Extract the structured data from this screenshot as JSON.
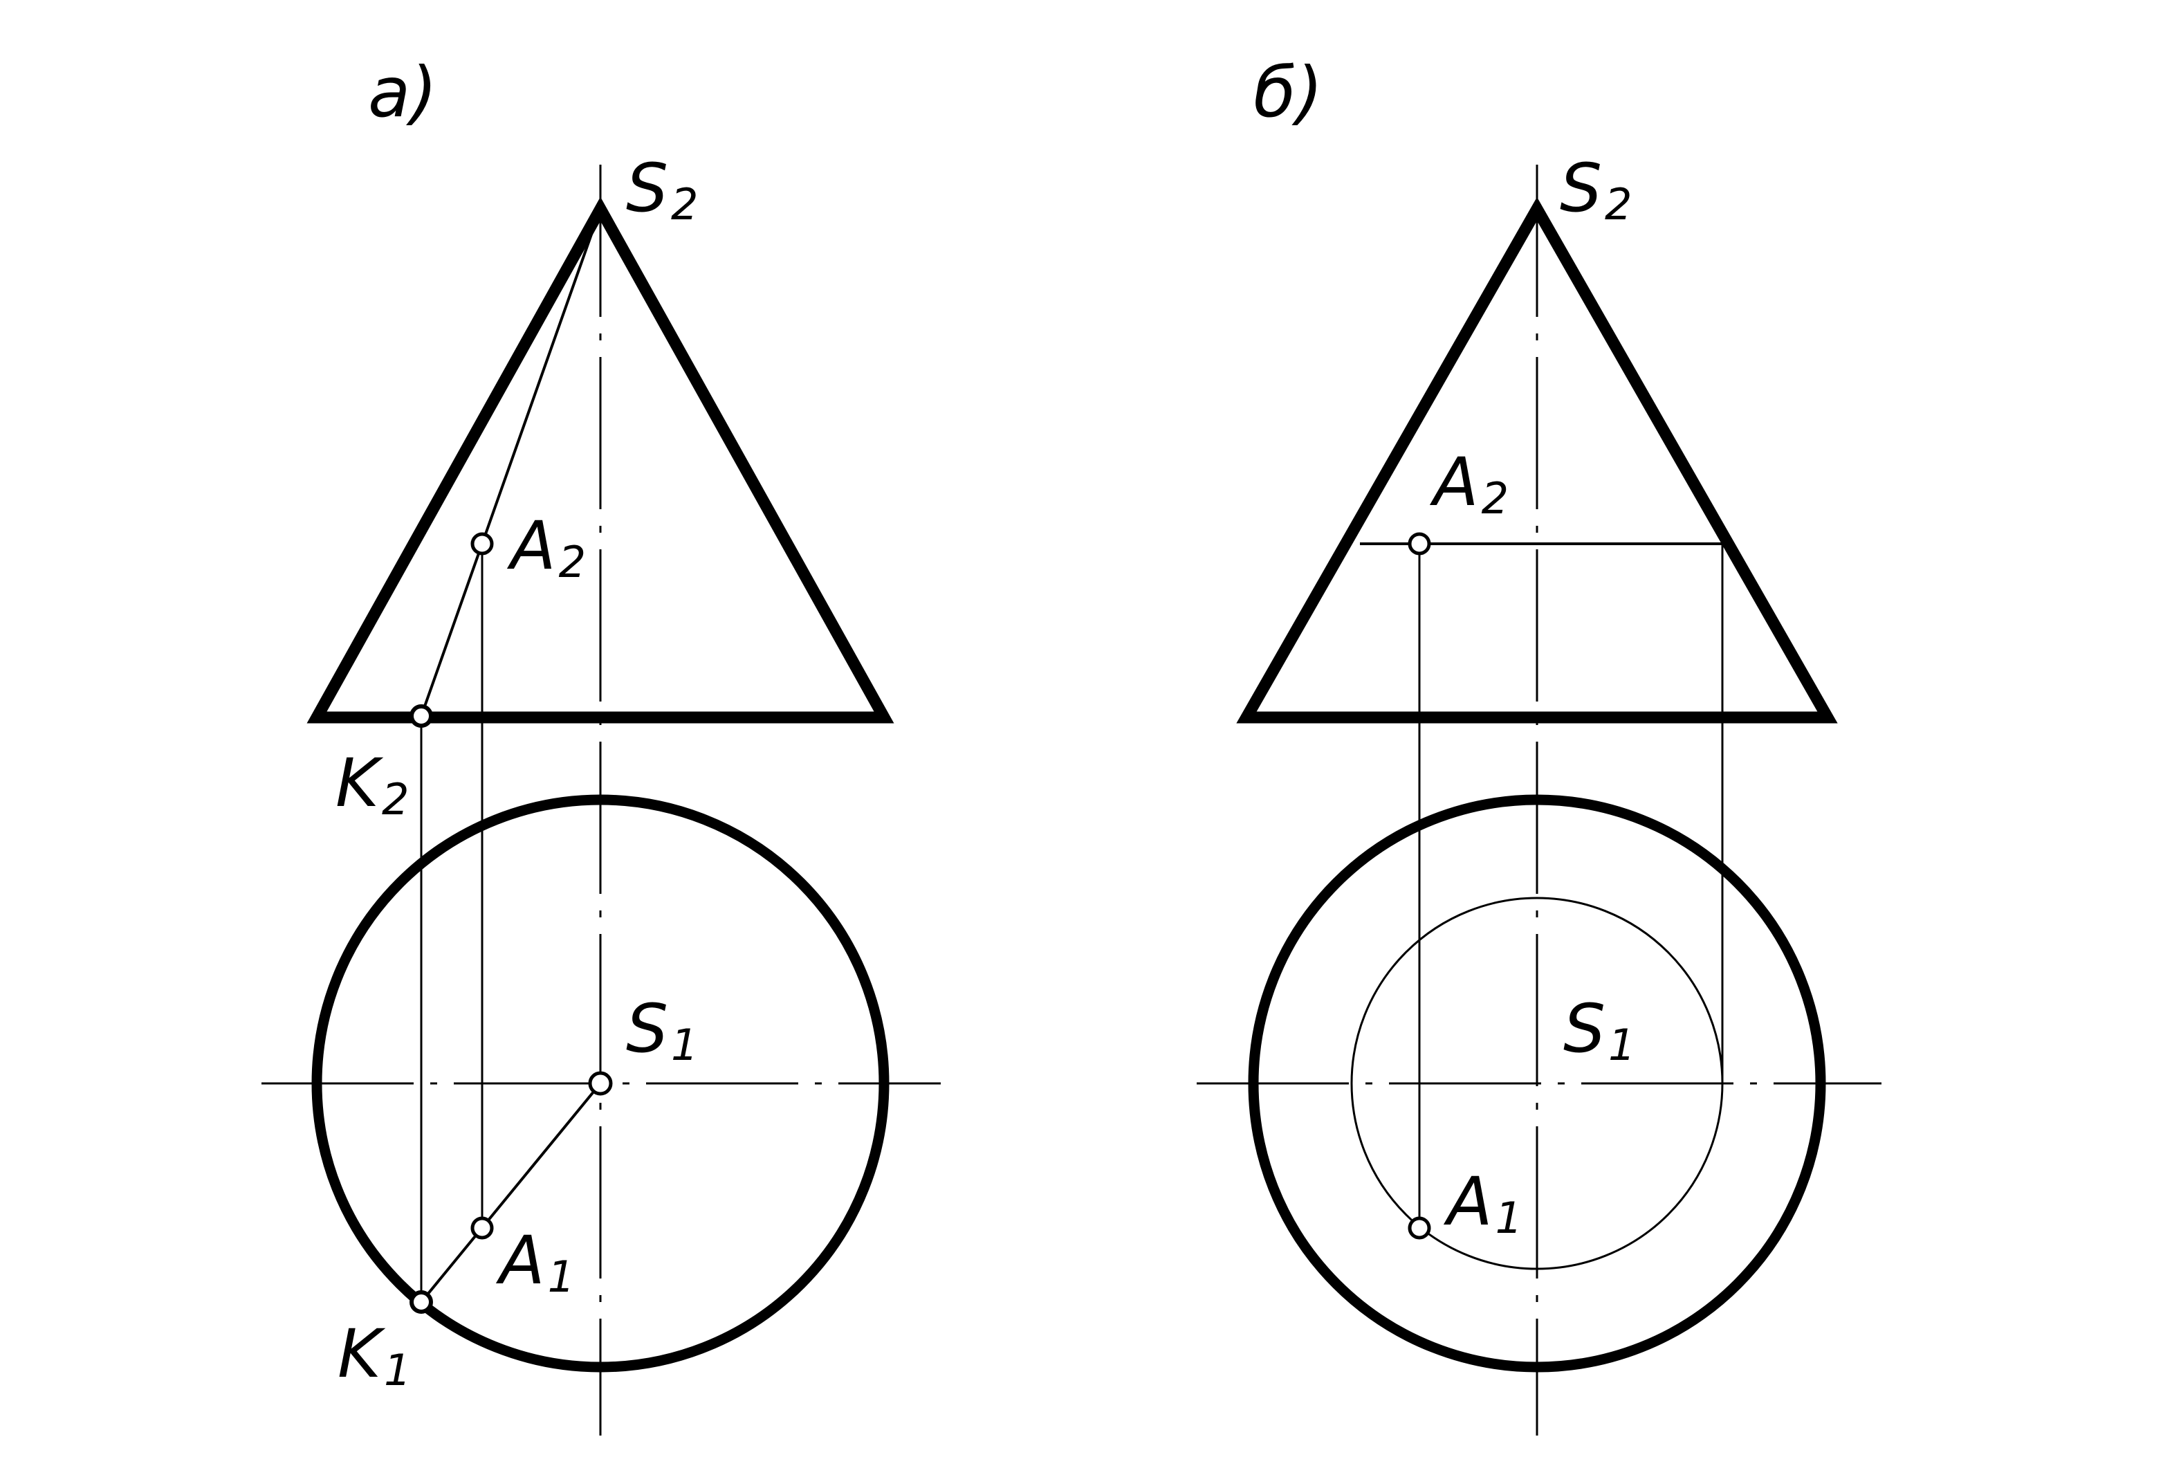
{
  "figures": {
    "a": {
      "title": "a)",
      "labels": {
        "S2": {
          "main": "S",
          "sub": "2"
        },
        "A2": {
          "main": "A",
          "sub": "2"
        },
        "K2": {
          "main": "K",
          "sub": "2"
        },
        "S1": {
          "main": "S",
          "sub": "1"
        },
        "A1": {
          "main": "A",
          "sub": "1"
        },
        "K1": {
          "main": "K",
          "sub": "1"
        }
      }
    },
    "b": {
      "title": "б)",
      "labels": {
        "S2": {
          "main": "S",
          "sub": "2"
        },
        "A2": {
          "main": "A",
          "sub": "2"
        },
        "S1": {
          "main": "S",
          "sub": "1"
        },
        "A1": {
          "main": "A",
          "sub": "1"
        }
      }
    }
  },
  "colors": {
    "line": "#000000",
    "background": "#ffffff"
  }
}
